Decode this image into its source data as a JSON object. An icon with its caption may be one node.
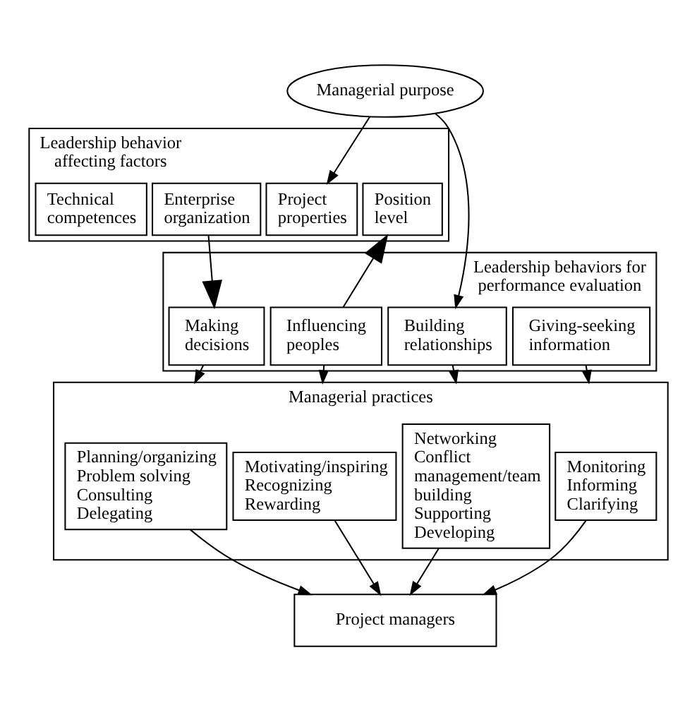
{
  "diagram": {
    "nodes": [
      {
        "text": [
          "Managerial purpose"
        ]
      },
      {
        "text": [
          "Leadership behavior affecting factors"
        ]
      },
      {
        "text": [
          "Technical competences"
        ],
        "in": 1
      },
      {
        "text": [
          "Enterprise organization"
        ],
        "in": 1
      },
      {
        "text": [
          "Project properties"
        ],
        "in": 1
      },
      {
        "text": [
          "Position level"
        ],
        "in": 1
      },
      {
        "text": [
          "Leadership behaviors for performance evaluation"
        ]
      },
      {
        "text": [
          "Making decisions"
        ],
        "in": 6
      },
      {
        "text": [
          "Influencing peoples"
        ],
        "in": 6
      },
      {
        "text": [
          "Building relationships"
        ],
        "in": 6
      },
      {
        "text": [
          "Giving-seeking information"
        ],
        "in": 6
      },
      {
        "text": [
          "Managerial practices"
        ]
      },
      {
        "text": [
          "Planning/organizing",
          "Problem solving",
          "Consulting",
          "Delegating"
        ],
        "in": 11
      },
      {
        "text": [
          "Motivating/inspiring",
          "Recognizing",
          "Rewarding"
        ],
        "in": 11
      },
      {
        "text": [
          "Networking",
          "Conflict management/team building",
          "Supporting",
          "Developing"
        ],
        "in": 11
      },
      {
        "text": [
          "Monitoring",
          "Informing",
          "Clarifying"
        ],
        "in": 11
      },
      {
        "text": [
          "Project managers"
        ]
      }
    ],
    "edges": [
      {
        "from": 0,
        "to": 4,
        "arrow": "to"
      },
      {
        "from": 0,
        "to": 9,
        "arrow": "to"
      },
      {
        "from": 3,
        "to": 7,
        "arrow": "to"
      },
      {
        "from": 8,
        "to": 5,
        "arrow": "to"
      },
      {
        "from": 7,
        "to": 11,
        "arrow": "to"
      },
      {
        "from": 8,
        "to": 11,
        "arrow": "to"
      },
      {
        "from": 9,
        "to": 11,
        "arrow": "to"
      },
      {
        "from": 10,
        "to": 11,
        "arrow": "to"
      },
      {
        "from": 12,
        "to": 16,
        "arrow": "to"
      },
      {
        "from": 13,
        "to": 16,
        "arrow": "to"
      },
      {
        "from": 14,
        "to": 16,
        "arrow": "to"
      },
      {
        "from": 15,
        "to": 16,
        "arrow": "to"
      }
    ]
  }
}
